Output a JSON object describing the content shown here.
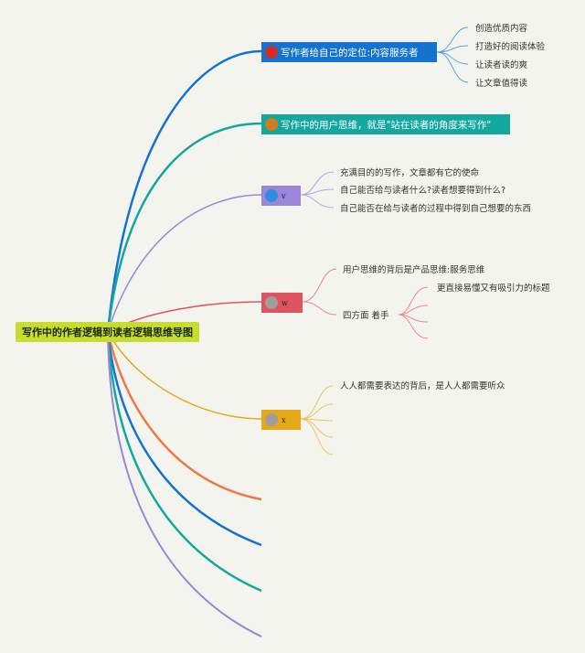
{
  "root": {
    "label": "写作中的作者逻辑到读者逻辑思维导图"
  },
  "branches": [
    {
      "id": "b1",
      "label": "写作者给自己的定位:内容服务者",
      "color": "#1473cf",
      "icon_color": "#d62b2b",
      "marker": "",
      "children": [
        "创造优质内容",
        "打造好的阅读体验",
        "让读者读的爽",
        "让文章值得读"
      ]
    },
    {
      "id": "b2",
      "label": "写作中的用户思维，就是\"站在读者的角度来写作\"",
      "color": "#13a89e",
      "icon_color": "#d47a1e",
      "marker": "",
      "children": []
    },
    {
      "id": "b3",
      "label": "",
      "color": "#9b86d9",
      "icon_color": "#2f8fde",
      "marker": "v",
      "children": [
        "充满目的的写作，文章都有它的使命",
        "自己能否给与读者什么?读者想要得到什么?",
        "自己能否在给与读者的过程中得到自己想要的东西"
      ]
    },
    {
      "id": "b4",
      "label": "",
      "color": "#e05462",
      "icon_color": "#9e9e9e",
      "marker": "w",
      "children": [
        "用户思维的背后是产品思维:服务思维",
        "四方面 着手"
      ],
      "sub_children": [
        "更直接易懂又有吸引力的标题"
      ]
    },
    {
      "id": "b5",
      "label": "",
      "color": "#e6a817",
      "icon_color": "#9e9e9e",
      "marker": "x",
      "children": [
        "人人都需要表达的背后，是人人都需要听众"
      ]
    }
  ],
  "tail_colors": [
    "#f07a45",
    "#1473cf",
    "#13a89e",
    "#9b86d9"
  ]
}
